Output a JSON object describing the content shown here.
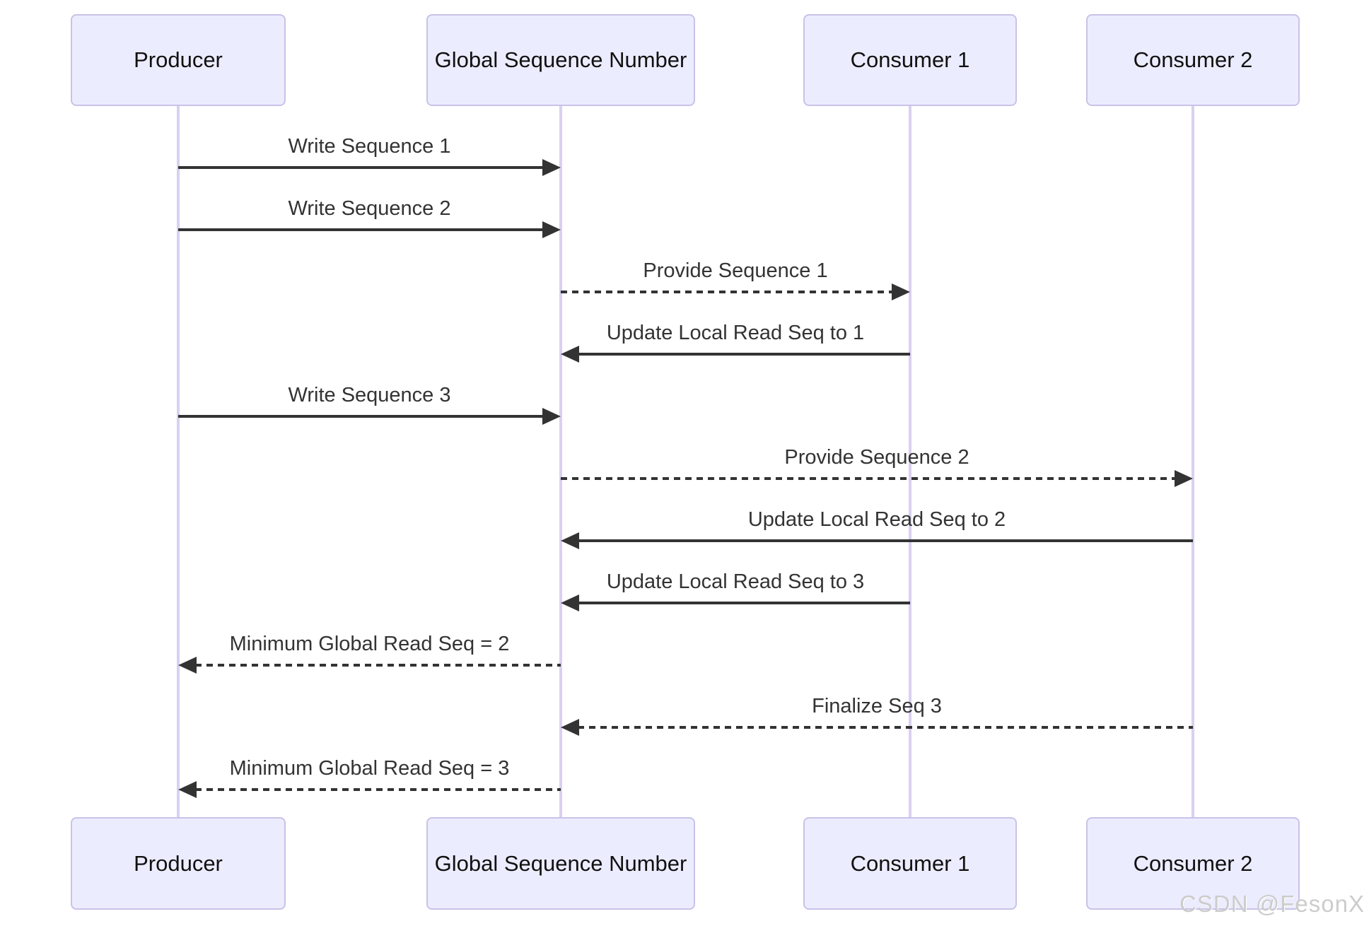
{
  "diagram": {
    "type": "sequence",
    "participants": [
      {
        "label": "Producer"
      },
      {
        "label": "Global Sequence Number"
      },
      {
        "label": "Consumer 1"
      },
      {
        "label": "Consumer 2"
      }
    ],
    "messages": [
      {
        "text": "Write Sequence 1",
        "from": "Producer",
        "to": "Global Sequence Number",
        "style": "solid"
      },
      {
        "text": "Write Sequence 2",
        "from": "Producer",
        "to": "Global Sequence Number",
        "style": "solid"
      },
      {
        "text": "Provide Sequence 1",
        "from": "Global Sequence Number",
        "to": "Consumer 1",
        "style": "dashed"
      },
      {
        "text": "Update Local Read Seq to 1",
        "from": "Consumer 1",
        "to": "Global Sequence Number",
        "style": "solid"
      },
      {
        "text": "Write Sequence 3",
        "from": "Producer",
        "to": "Global Sequence Number",
        "style": "solid"
      },
      {
        "text": "Provide Sequence 2",
        "from": "Global Sequence Number",
        "to": "Consumer 2",
        "style": "dashed"
      },
      {
        "text": "Update Local Read Seq to 2",
        "from": "Consumer 2",
        "to": "Global Sequence Number",
        "style": "solid"
      },
      {
        "text": "Update Local Read Seq to 3",
        "from": "Consumer 1",
        "to": "Global Sequence Number",
        "style": "solid"
      },
      {
        "text": "Minimum Global Read Seq = 2",
        "from": "Global Sequence Number",
        "to": "Producer",
        "style": "dashed"
      },
      {
        "text": "Finalize Seq 3",
        "from": "Consumer 2",
        "to": "Global Sequence Number",
        "style": "dashed"
      },
      {
        "text": "Minimum Global Read Seq = 3",
        "from": "Global Sequence Number",
        "to": "Producer",
        "style": "dashed"
      }
    ]
  },
  "watermark": "CSDN @FesonX",
  "colors": {
    "actor_fill": "#ECECFF",
    "actor_border": "#c9c2e8",
    "actor_text": "#111111",
    "lifeline": "#d9d0f1",
    "arrow": "#333333",
    "message_text": "#333333",
    "watermark": "#cccccc"
  }
}
